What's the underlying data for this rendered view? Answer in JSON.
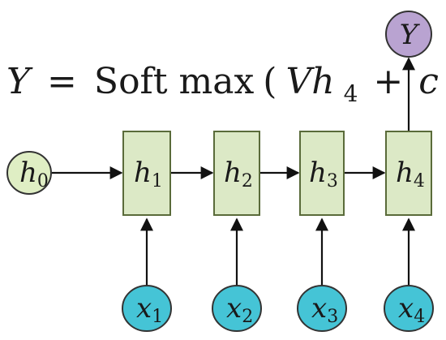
{
  "formula": {
    "lhs": "Y",
    "equals": "=",
    "func": "Soft max",
    "open_paren": "(",
    "var": "Vh",
    "sub": "4",
    "plus": "+",
    "const": "c",
    "close_paren": ")"
  },
  "initial_state": {
    "label": "h",
    "sub": "0"
  },
  "hidden_states": [
    {
      "label": "h",
      "sub": "1"
    },
    {
      "label": "h",
      "sub": "2"
    },
    {
      "label": "h",
      "sub": "3"
    },
    {
      "label": "h",
      "sub": "4"
    }
  ],
  "inputs": [
    {
      "label": "x",
      "sub": "1"
    },
    {
      "label": "x",
      "sub": "2"
    },
    {
      "label": "x",
      "sub": "3"
    },
    {
      "label": "x",
      "sub": "4"
    }
  ],
  "output": {
    "label": "Y"
  },
  "colors": {
    "hidden_fill": "#dce9c6",
    "hidden_stroke": "#5a6b3a",
    "initial_fill": "#dfeec4",
    "input_fill": "#45c4d6",
    "output_fill": "#b9a3d1",
    "node_stroke": "#333333",
    "arrow": "#111111"
  }
}
